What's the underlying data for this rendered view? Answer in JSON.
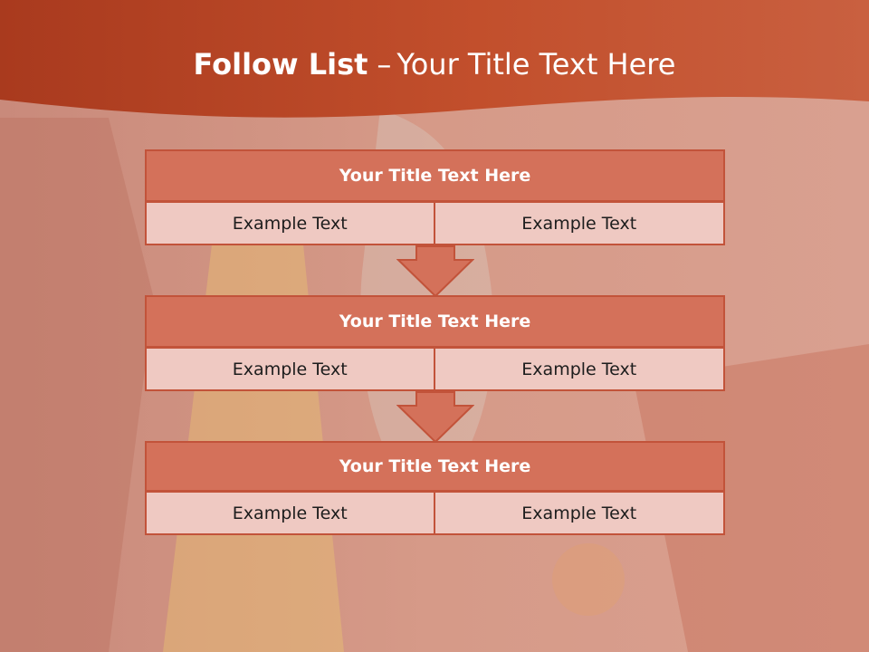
{
  "slide": {
    "title_bold": "Follow List",
    "title_dash": "–",
    "title_rest": "Your Title Text Here"
  },
  "blocks": [
    {
      "title": "Your Title Text Here",
      "left": "Example Text",
      "right": "Example Text"
    },
    {
      "title": "Your Title Text Here",
      "left": "Example Text",
      "right": "Example Text"
    },
    {
      "title": "Your Title Text Here",
      "left": "Example Text",
      "right": "Example Text"
    }
  ],
  "colors": {
    "header": "#c24f2c",
    "block_title": "#d4715a",
    "block_cell": "#efc9c2",
    "border": "#c2533a"
  }
}
